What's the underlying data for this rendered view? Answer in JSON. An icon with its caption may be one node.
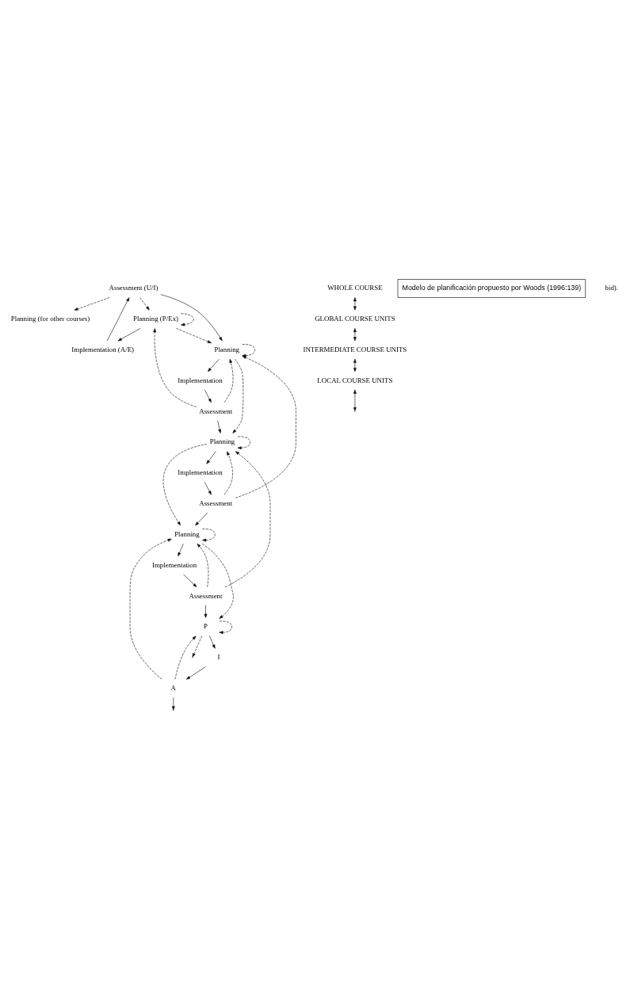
{
  "diagram": {
    "nodes": [
      {
        "text": [
          "Planning (for other courses)"
        ]
      },
      {
        "text": [
          "Implementation (A/E)"
        ]
      },
      {
        "text": [
          "Planning (P/Ex)"
        ]
      },
      {
        "text": [
          "Assessment (U/I)"
        ]
      },
      {
        "text": [
          "Implementation"
        ]
      },
      {
        "text": [
          "Planning"
        ]
      },
      {
        "text": [
          "Assessment"
        ]
      },
      {
        "text": [
          "Implementation"
        ]
      },
      {
        "text": [
          "Planning"
        ]
      },
      {
        "text": [
          "Assessment"
        ]
      },
      {
        "text": [
          "Implementation"
        ]
      },
      {
        "text": [
          "Planning"
        ]
      },
      {
        "text": [
          "Assessment"
        ]
      },
      {
        "text": [
          "I"
        ]
      },
      {
        "text": [
          "P"
        ]
      },
      {
        "text": [
          "A"
        ]
      },
      {
        "text": [
          "WHOLE COURSE"
        ]
      },
      {
        "text": [
          "GLOBAL COURSE UNITS"
        ]
      },
      {
        "text": [
          "INTERMEDIATE COURSE UNITS"
        ]
      },
      {
        "text": [
          "LOCAL COURSE UNITS"
        ]
      },
      {
        "text": [
          "Modelo de planificación propuesto por Woods (1996:139)"
        ]
      }
    ],
    "edges": [
      {
        "from": 2,
        "to": 1,
        "arrow": "to"
      },
      {
        "from": 1,
        "to": 3,
        "arrow": "to"
      },
      {
        "from": 2,
        "to": 2,
        "arrow": "to",
        "style": "dashed"
      },
      {
        "from": 2,
        "to": 5,
        "arrow": "to",
        "style": "dashed"
      },
      {
        "from": 3,
        "to": 0,
        "arrow": "to",
        "style": "dashed"
      },
      {
        "from": 3,
        "to": 2,
        "arrow": "to",
        "style": "dashed"
      },
      {
        "from": 3,
        "to": 5,
        "arrow": "to"
      },
      {
        "from": 5,
        "to": 4,
        "arrow": "to"
      },
      {
        "from": 4,
        "to": 6,
        "arrow": "to"
      },
      {
        "from": 5,
        "to": 5,
        "arrow": "to",
        "style": "dashed"
      },
      {
        "from": 5,
        "to": 8,
        "arrow": "to",
        "style": "dashed"
      },
      {
        "from": 6,
        "to": 2,
        "arrow": "to",
        "style": "dashed"
      },
      {
        "from": 6,
        "to": 5,
        "arrow": "to",
        "style": "dashed"
      },
      {
        "from": 6,
        "to": 8,
        "arrow": "to"
      },
      {
        "from": 8,
        "to": 7,
        "arrow": "to"
      },
      {
        "from": 7,
        "to": 9,
        "arrow": "to"
      },
      {
        "from": 8,
        "to": 8,
        "arrow": "to",
        "style": "dashed"
      },
      {
        "from": 8,
        "to": 11,
        "arrow": "to",
        "style": "dashed"
      },
      {
        "from": 9,
        "to": 5,
        "arrow": "to",
        "style": "dashed"
      },
      {
        "from": 9,
        "to": 8,
        "arrow": "to",
        "style": "dashed"
      },
      {
        "from": 9,
        "to": 11,
        "arrow": "to"
      },
      {
        "from": 11,
        "to": 10,
        "arrow": "to"
      },
      {
        "from": 10,
        "to": 12,
        "arrow": "to"
      },
      {
        "from": 11,
        "to": 11,
        "arrow": "to",
        "style": "dashed"
      },
      {
        "from": 11,
        "to": 14,
        "arrow": "to",
        "style": "dashed"
      },
      {
        "from": 12,
        "to": 8,
        "arrow": "to",
        "style": "dashed"
      },
      {
        "from": 12,
        "to": 11,
        "arrow": "to",
        "style": "dashed"
      },
      {
        "from": 12,
        "to": 14,
        "arrow": "to"
      },
      {
        "from": 14,
        "to": 13,
        "arrow": "to"
      },
      {
        "from": 13,
        "to": 15,
        "arrow": "to"
      },
      {
        "from": 14,
        "to": 14,
        "arrow": "to",
        "style": "dashed"
      },
      {
        "from": 14,
        "to": null,
        "arrow": "to",
        "style": "dashed"
      },
      {
        "from": 15,
        "to": 11,
        "arrow": "to",
        "style": "dashed"
      },
      {
        "from": 15,
        "to": 14,
        "arrow": "to",
        "style": "dashed"
      },
      {
        "from": 15,
        "to": null,
        "arrow": "to"
      },
      {
        "from": 16,
        "to": 17,
        "arrow": "both"
      },
      {
        "from": 17,
        "to": 18,
        "arrow": "both"
      },
      {
        "from": 18,
        "to": 19,
        "arrow": "both"
      },
      {
        "from": 19,
        "to": null,
        "arrow": "both"
      }
    ],
    "labels": [
      "bid)."
    ]
  }
}
